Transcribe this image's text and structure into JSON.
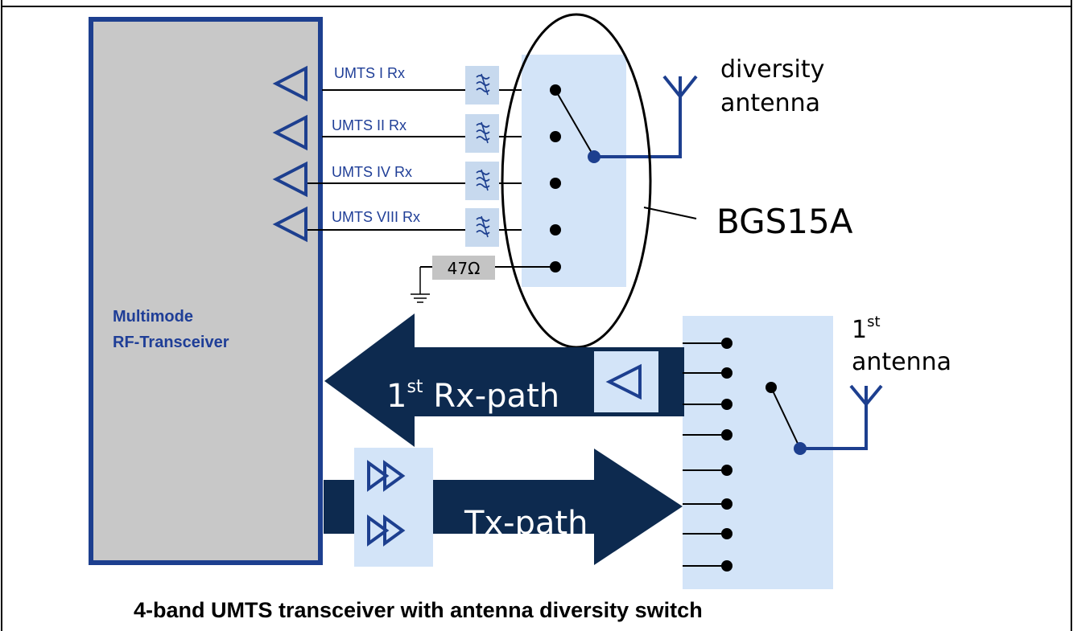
{
  "transceiver": {
    "label_line1": "Multimode",
    "label_line2": "RF-Transceiver"
  },
  "rx_bands": [
    {
      "label": "UMTS I Rx"
    },
    {
      "label": "UMTS II Rx"
    },
    {
      "label": "UMTS IV Rx"
    },
    {
      "label": "UMTS VIII Rx"
    }
  ],
  "termination": {
    "label": "47Ω"
  },
  "diversity_antenna": {
    "line1": "diversity",
    "line2": "antenna"
  },
  "diversity_switch": {
    "label": "BGS15A"
  },
  "main_antenna": {
    "line1_base": "1",
    "line1_sup": "st",
    "line2": "antenna"
  },
  "rx_path": {
    "base": "1",
    "sup": "st",
    "text": " Rx-path"
  },
  "tx_path": {
    "text": "Tx-path"
  },
  "caption": "4-band UMTS transceiver with antenna diversity switch",
  "colors": {
    "navy": "#0d2a4f",
    "dark_blue": "#1d3f8f",
    "label_blue": "#1f3e97",
    "light_blue": "#d3e4f8",
    "filter_blue": "#c7d9ee",
    "transceiver_gray": "#c8c8c8",
    "resistor_gray": "#c4c4c4"
  }
}
